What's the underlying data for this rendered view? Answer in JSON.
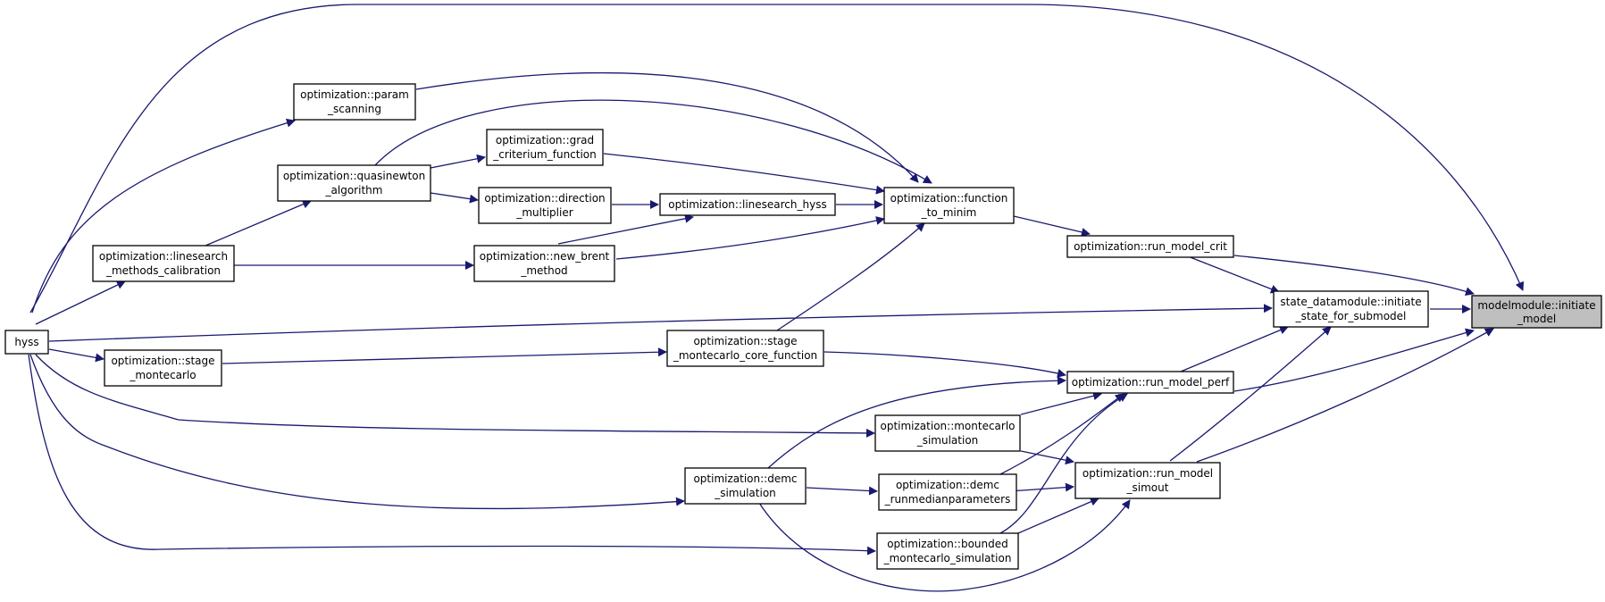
{
  "diagram": {
    "type": "call-graph",
    "colors": {
      "edge": "#191970",
      "node_border": "#000000",
      "node_fill": "#ffffff",
      "focus_fill": "#bfbfbf"
    },
    "nodes": [
      {
        "id": "initiate_model",
        "lines": [
          "modelmodule::initiate",
          "_model"
        ],
        "focus": true
      },
      {
        "id": "initiate_state",
        "lines": [
          "state_datamodule::initiate",
          "_state_for_submodel"
        ]
      },
      {
        "id": "run_model_crit",
        "lines": [
          "optimization::run_model_crit"
        ]
      },
      {
        "id": "run_model_perf",
        "lines": [
          "optimization::run_model_perf"
        ]
      },
      {
        "id": "run_model_simout",
        "lines": [
          "optimization::run_model",
          "_simout"
        ]
      },
      {
        "id": "function_to_minim",
        "lines": [
          "optimization::function",
          "_to_minim"
        ]
      },
      {
        "id": "param_scanning",
        "lines": [
          "optimization::param",
          "_scanning"
        ]
      },
      {
        "id": "grad_criterium",
        "lines": [
          "optimization::grad",
          "_criterium_function"
        ]
      },
      {
        "id": "quasinewton",
        "lines": [
          "optimization::quasinewton",
          "_algorithm"
        ]
      },
      {
        "id": "direction_multiplier",
        "lines": [
          "optimization::direction",
          "_multiplier"
        ]
      },
      {
        "id": "linesearch_hyss",
        "lines": [
          "optimization::linesearch_hyss"
        ]
      },
      {
        "id": "linesearch_calib",
        "lines": [
          "optimization::linesearch",
          "_methods_calibration"
        ]
      },
      {
        "id": "new_brent",
        "lines": [
          "optimization::new_brent",
          "_method"
        ]
      },
      {
        "id": "hyss",
        "lines": [
          "hyss"
        ]
      },
      {
        "id": "stage_montecarlo",
        "lines": [
          "optimization::stage",
          "_montecarlo"
        ]
      },
      {
        "id": "stage_mc_core",
        "lines": [
          "optimization::stage",
          "_montecarlo_core_function"
        ]
      },
      {
        "id": "montecarlo_sim",
        "lines": [
          "optimization::montecarlo",
          "_simulation"
        ]
      },
      {
        "id": "demc_simulation",
        "lines": [
          "optimization::demc",
          "_simulation"
        ]
      },
      {
        "id": "demc_runmedian",
        "lines": [
          "optimization::demc",
          "_runmedianparameters"
        ]
      },
      {
        "id": "bounded_mc",
        "lines": [
          "optimization::bounded",
          "_montecarlo_simulation"
        ]
      }
    ]
  }
}
